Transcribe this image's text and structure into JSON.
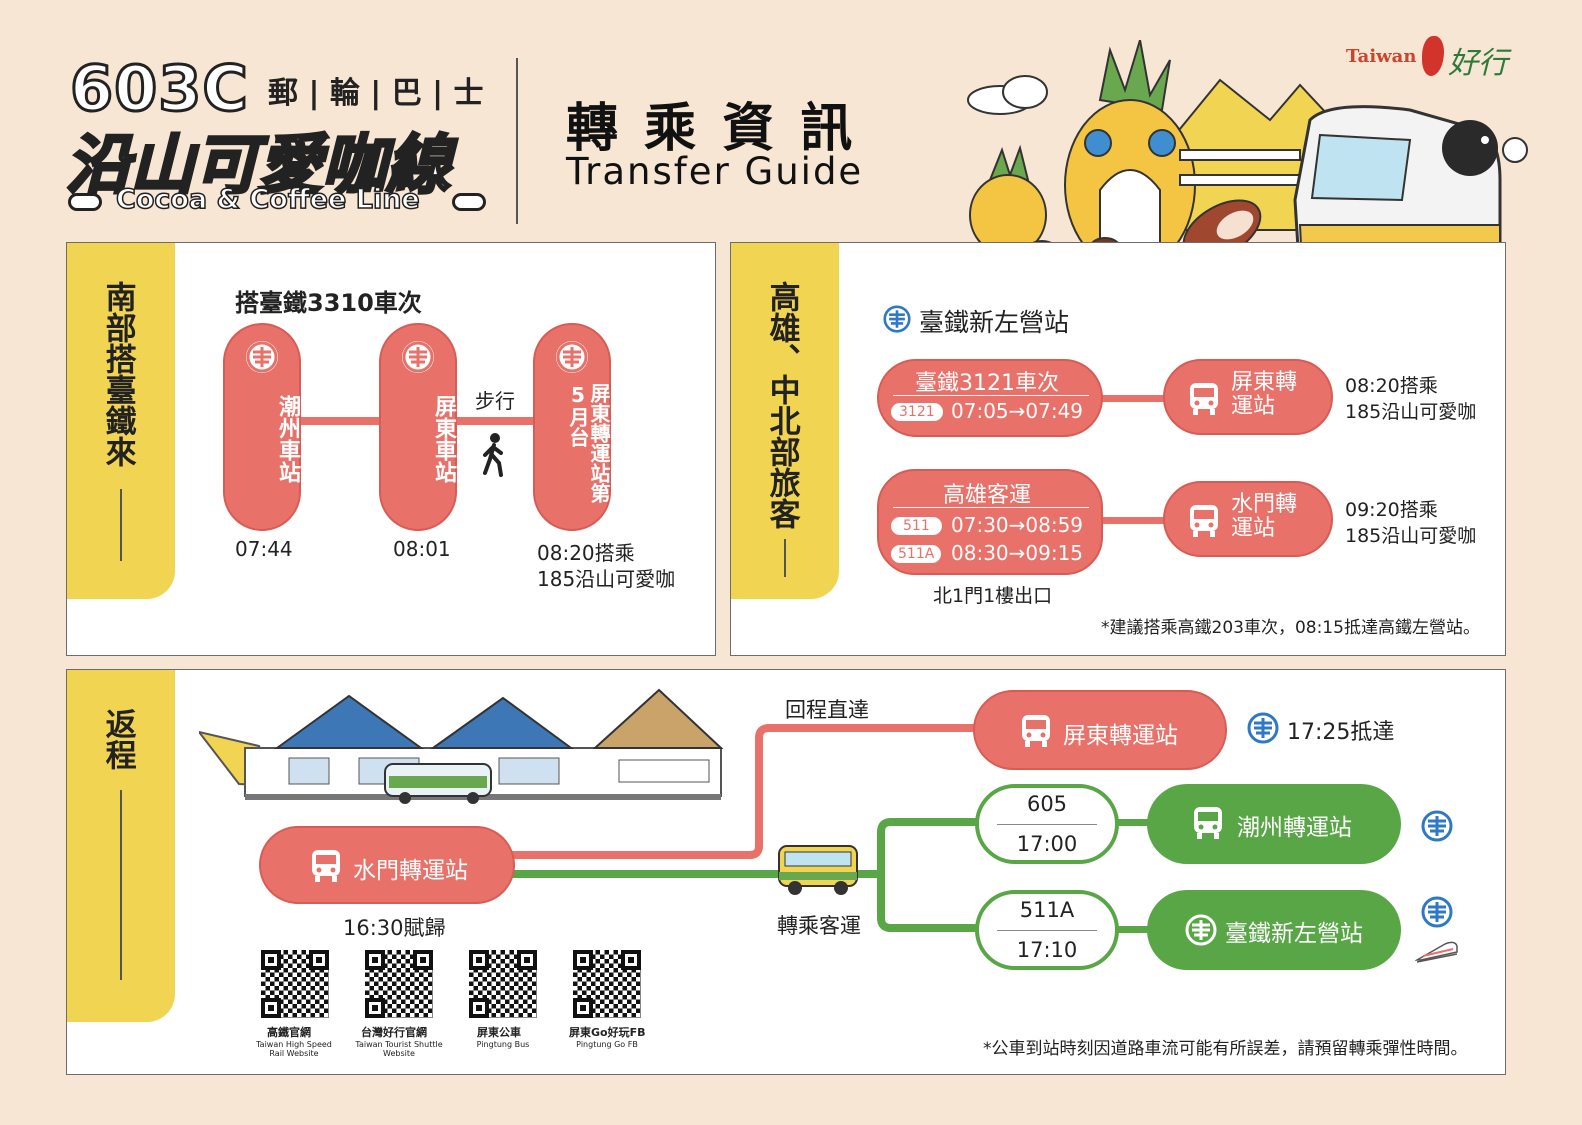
{
  "header": {
    "route_number": "603C",
    "route_type": "郵 | 輪 | 巴 | 士",
    "route_name": "沿山可愛咖線",
    "route_name_en": "Cocoa & Coffee Line",
    "title": "轉 乘 資 訊",
    "title_en": "Transfer Guide",
    "logo_text": "Taiwan",
    "logo_script": "好行"
  },
  "south": {
    "tab_title": "南部搭臺鐵來",
    "train_heading": "搭臺鐵3310車次",
    "stations": [
      {
        "name": "潮州車站",
        "time": "07:44"
      },
      {
        "name": "屏東車站",
        "time": "08:01"
      },
      {
        "name": "屏東轉運站第5月台",
        "time": "08:20搭乘",
        "time2": "185沿山可愛咖"
      }
    ],
    "walk_label": "步行"
  },
  "north": {
    "tab_title": "高雄、中北部旅客",
    "station_heading": "臺鐵新左營站",
    "route1": {
      "title": "臺鐵3121車次",
      "badge": "3121",
      "time": "07:05→07:49",
      "dest": "屏東轉運站",
      "board": "08:20搭乘",
      "board2": "185沿山可愛咖"
    },
    "route2": {
      "title": "高雄客運",
      "badge1": "511",
      "time1": "07:30→08:59",
      "badge2": "511A",
      "time2": "08:30→09:15",
      "dest": "水門轉運站",
      "board": "09:20搭乘",
      "board2": "185沿山可愛咖"
    },
    "exit_note": "北1門1樓出口",
    "footnote": "*建議搭乘高鐵203車次，08:15抵達高鐵左營站。"
  },
  "return": {
    "tab_title": "返程",
    "origin": "水門轉運站",
    "origin_time": "16:30賦歸",
    "direct_label": "回程直達",
    "direct_dest": "屏東轉運站",
    "direct_arrive": "17:25抵達",
    "transfer_label": "轉乘客運",
    "opt1": {
      "route": "605",
      "time": "17:00",
      "dest": "潮州轉運站"
    },
    "opt2": {
      "route": "511A",
      "time": "17:10",
      "dest": "臺鐵新左營站"
    },
    "footnote": "*公車到站時刻因道路車流可能有所誤差，請預留轉乘彈性時間。"
  },
  "qrcodes": [
    {
      "title": "高鐵官網",
      "sub": "Taiwan High Speed Rail Website"
    },
    {
      "title": "台灣好行官網",
      "sub": "Taiwan Tourist Shuttle Website"
    },
    {
      "title": "屏東公車",
      "sub": "Pingtung Bus"
    },
    {
      "title": "屏東Go好玩FB",
      "sub": "Pingtung Go FB"
    }
  ],
  "colors": {
    "coral": "#e8716a",
    "green": "#58a646",
    "yellow": "#f2d453",
    "bg": "#f8e6d4"
  }
}
